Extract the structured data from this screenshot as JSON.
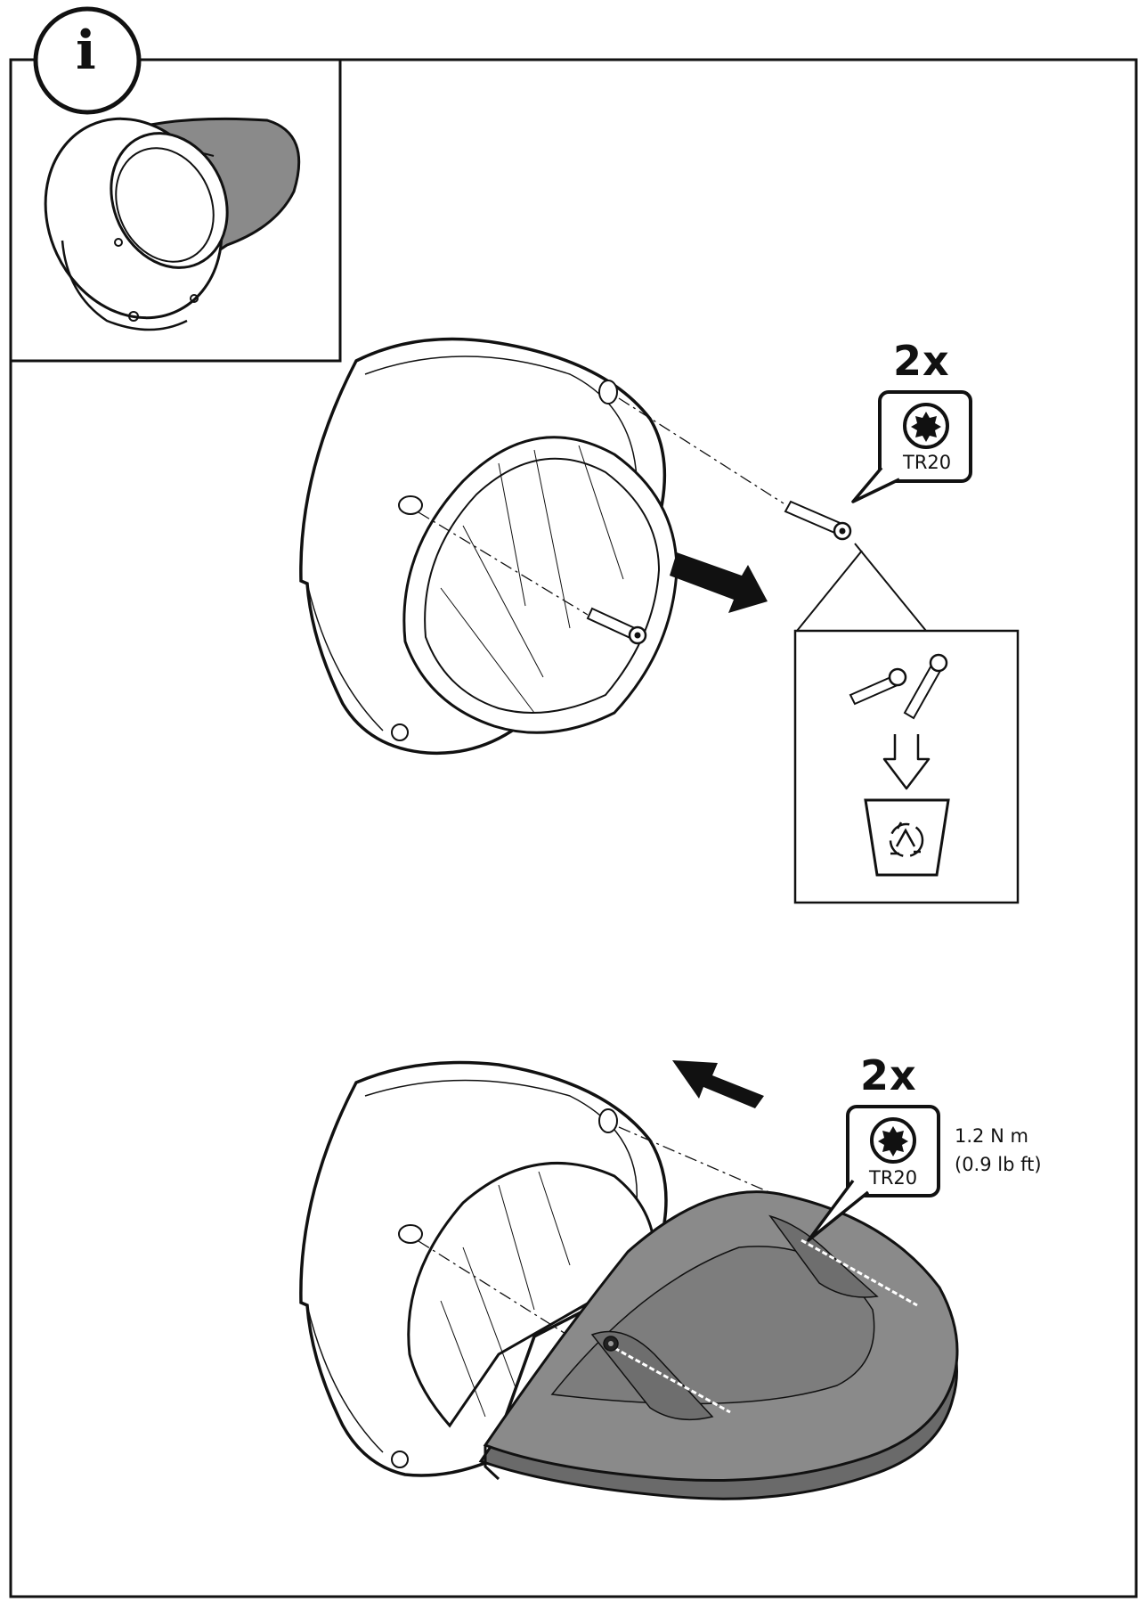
{
  "info_badge": {
    "letter": "i"
  },
  "step_remove": {
    "quantity": "2x",
    "tool_label": "TR20"
  },
  "step_install": {
    "quantity": "2x",
    "tool_label": "TR20",
    "torque_metric": "1.2 N m",
    "torque_imperial": "(0.9 lb ft)"
  },
  "colors": {
    "line": "#111111",
    "shield_fill": "#808080",
    "shield_edge": "#5e5e5e",
    "background": "#ffffff"
  },
  "icons": [
    "info-icon",
    "torx-icon",
    "push-arrow-icon",
    "down-arrow-icon",
    "recycle-bin-icon",
    "screw-icon"
  ]
}
